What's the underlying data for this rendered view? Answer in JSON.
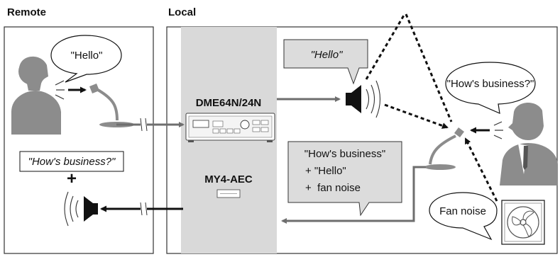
{
  "remote_panel": {
    "title": "Remote",
    "speech_bubble": "\"Hello\"",
    "received_text": "\"How's business?\"",
    "plus_sign": "+"
  },
  "local_panel": {
    "title": "Local",
    "device_main": "DME64N/24N",
    "device_card": "MY4-AEC",
    "hello_box": "\"Hello\"",
    "local_speech": "\"How's business?\"",
    "fan_label": "Fan noise",
    "mixed_signal": {
      "line1": "\"How's business\"",
      "line2": "+ \"Hello\"",
      "line3": "+  fan noise"
    }
  },
  "colors": {
    "panel_border": "#333333",
    "device_band": "#d9d9d9",
    "signal_arrow": "#6e6e6e",
    "callout_fill": "#dcdcdc",
    "figure_gray": "#8c8c8c",
    "black": "#111111"
  },
  "icons": [
    "speaker-icon",
    "microphone-icon",
    "person-icon",
    "fan-icon",
    "device-unit-icon"
  ]
}
